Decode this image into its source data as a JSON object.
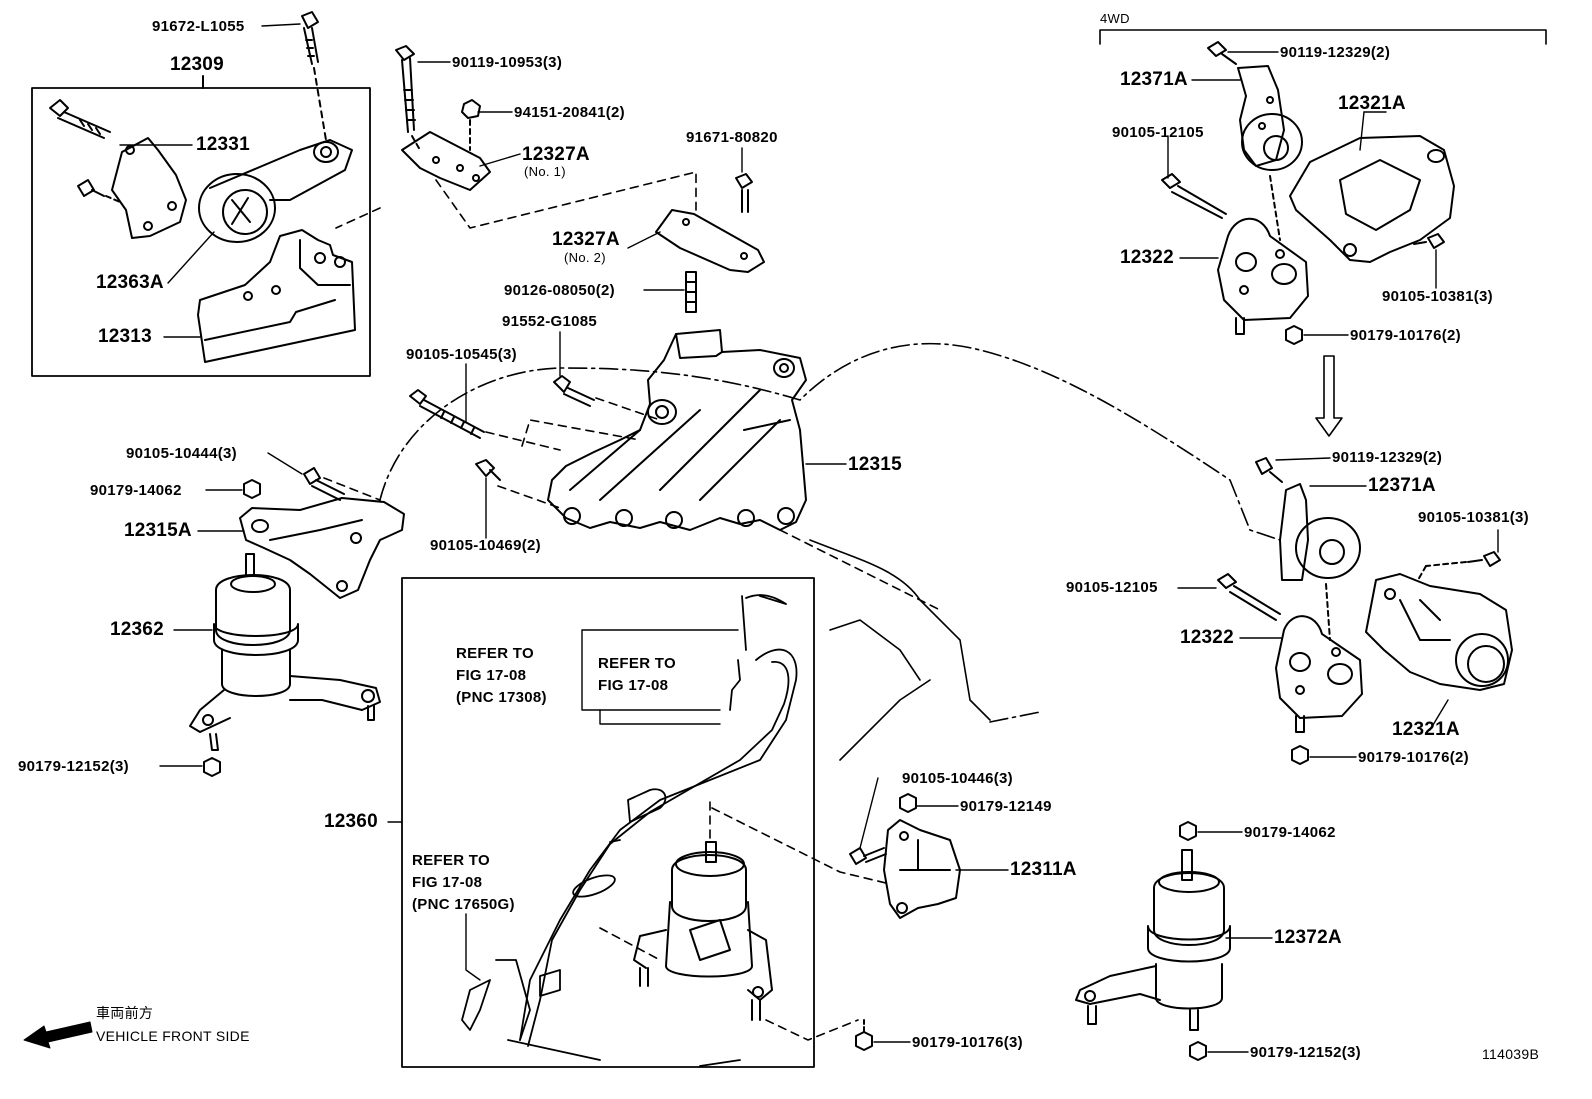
{
  "colors": {
    "ink": "#000000",
    "background": "#ffffff"
  },
  "drawing_code": "114039B",
  "section_4wd": "4WD",
  "front_note": {
    "jp": "車両前方",
    "en": "VEHICLE FRONT SIDE",
    "arrow_icon": "front-arrow-icon"
  },
  "labels": {
    "l_91672_L1055": "91672-L1055",
    "l_12309": "12309",
    "l_12331": "12331",
    "l_12363A": "12363A",
    "l_12313": "12313",
    "l_90119_10953": "90119-10953(3)",
    "l_94151_20841": "94151-20841(2)",
    "l_12327A_1": "12327A",
    "l_no1": "(No. 1)",
    "l_91671_80820": "91671-80820",
    "l_12327A_2": "12327A",
    "l_no2": "(No. 2)",
    "l_90126_08050": "90126-08050(2)",
    "l_91552_G1085": "91552-G1085",
    "l_90105_10545": "90105-10545(3)",
    "l_12315": "12315",
    "l_90105_10444": "90105-10444(3)",
    "l_90179_14062_a": "90179-14062",
    "l_12315A": "12315A",
    "l_90105_10469": "90105-10469(2)",
    "l_12362": "12362",
    "l_90179_12152_a": "90179-12152(3)",
    "l_12360": "12360",
    "l_90105_10446": "90105-10446(3)",
    "l_90179_12149": "90179-12149",
    "l_12311A": "12311A",
    "l_90179_10176_a": "90179-10176(3)",
    "l_90119_12329_a": "90119-12329(2)",
    "l_12371A_a": "12371A",
    "l_12321A_a": "12321A",
    "l_90105_12105_a": "90105-12105",
    "l_12322_a": "12322",
    "l_90105_10381_a": "90105-10381(3)",
    "l_90179_10176_b": "90179-10176(2)",
    "l_90119_12329_b": "90119-12329(2)",
    "l_12371A_b": "12371A",
    "l_90105_10381_b": "90105-10381(3)",
    "l_90105_12105_b": "90105-12105",
    "l_12322_b": "12322",
    "l_12321A_b": "12321A",
    "l_90179_10176_c": "90179-10176(2)",
    "l_90179_14062_b": "90179-14062",
    "l_12372A": "12372A",
    "l_90179_12152_b": "90179-12152(3)"
  },
  "refer_notes": {
    "r1_l1": "REFER TO",
    "r1_l2": "FIG 17-08",
    "r1_l3": "(PNC 17308)",
    "r2_l1": "REFER TO",
    "r2_l2": "FIG 17-08",
    "r3_l1": "REFER TO",
    "r3_l2": "FIG 17-08",
    "r3_l3": "(PNC 17650G)"
  }
}
